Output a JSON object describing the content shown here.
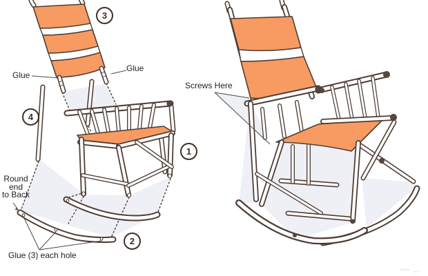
{
  "colors": {
    "fabric": "#F79B63",
    "outline": "#4E3D34",
    "knob": "#5A463C",
    "shade": "#E9EBF3",
    "text": "#222222",
    "background": "#FFFFFF"
  },
  "exploded_view": {
    "labels": {
      "glue_left": "Glue",
      "glue_right": "Glue",
      "round_end": [
        "Round",
        "end",
        "to Back"
      ],
      "glue_holes": "Glue (3) each hole"
    },
    "callouts": {
      "seat_assembly": "1",
      "rockers": "2",
      "backrest": "3",
      "dowel": "4"
    }
  },
  "assembled_view": {
    "labels": {
      "screws_here": "Screws Here"
    }
  }
}
